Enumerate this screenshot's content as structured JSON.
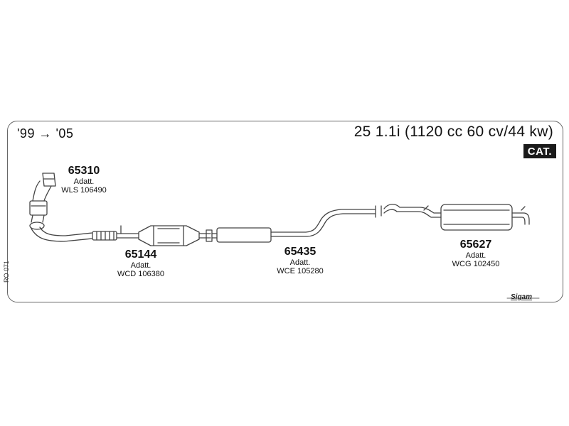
{
  "header": {
    "years": "'99 → '05",
    "model": "25 1.1i (1120 cc 60 cv/44 kw)",
    "badge": "CAT."
  },
  "parts": [
    {
      "number": "65310",
      "line1": "Adatt.",
      "line2": "WLS 106490"
    },
    {
      "number": "65144",
      "line1": "Adatt.",
      "line2": "WCD 106380"
    },
    {
      "number": "65435",
      "line1": "Adatt.",
      "line2": "WCE 105280"
    },
    {
      "number": "65627",
      "line1": "Adatt.",
      "line2": "WCG 102450"
    }
  ],
  "footer": {
    "code": "RO 071",
    "brand": "Sigam"
  }
}
